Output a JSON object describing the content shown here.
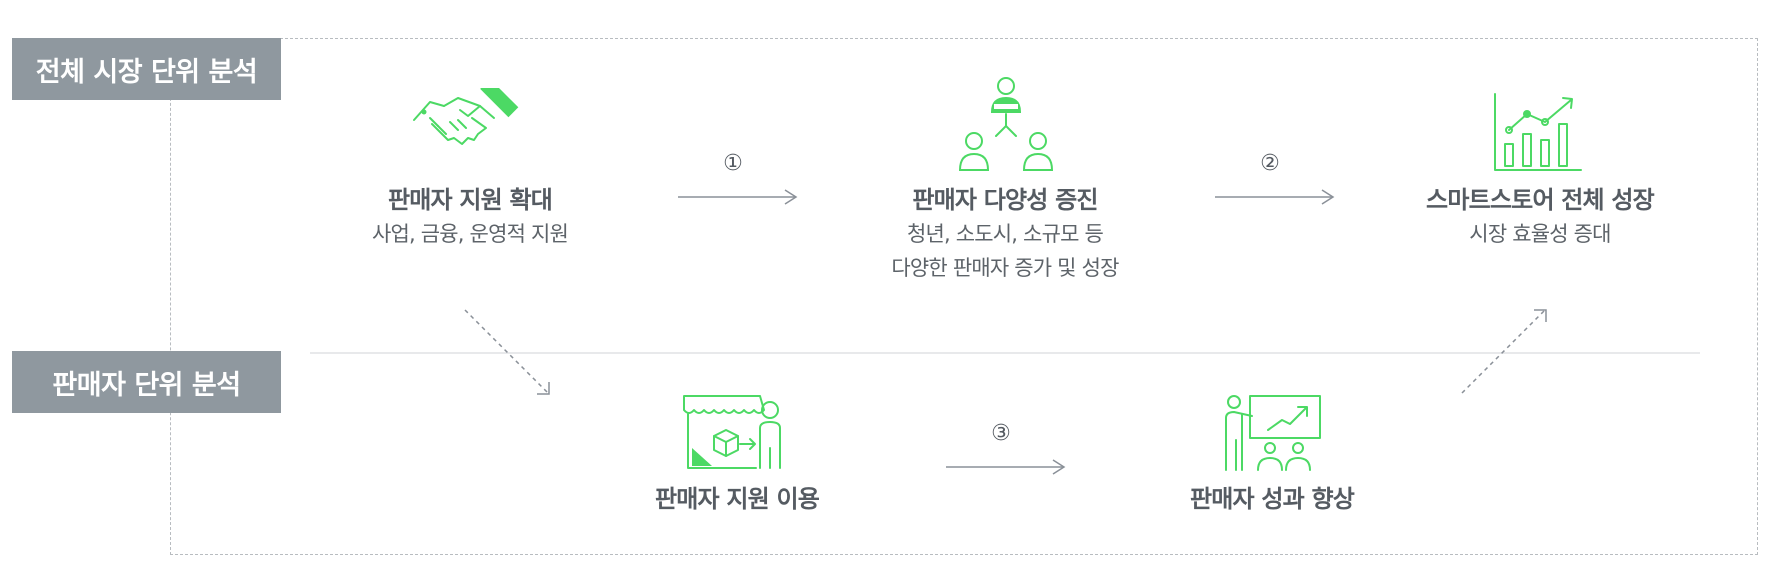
{
  "labels": {
    "market": "전체 시장 단위 분석",
    "seller": "판매자 단위 분석"
  },
  "nodes": {
    "expansion": {
      "title": "판매자 지원 확대",
      "sub": "사업, 금융, 운영적 지원",
      "icon": "handshake-icon"
    },
    "diversity": {
      "title": "판매자 다양성 증진",
      "sub1": "청년, 소도시, 소규모 등",
      "sub2": "다양한 판매자 증가 및 성장",
      "icon": "people-network-icon"
    },
    "growth": {
      "title": "스마트스토어 전체 성장",
      "sub": "시장 효율성 증대",
      "icon": "growth-chart-icon"
    },
    "usage": {
      "title": "판매자 지원 이용",
      "icon": "store-package-icon"
    },
    "performance": {
      "title": "판매자 성과 향상",
      "icon": "presentation-icon"
    }
  },
  "steps": {
    "one": "①",
    "two": "②",
    "three": "③"
  },
  "colors": {
    "icon_green": "#4cd964",
    "label_bg": "#8f989f",
    "arrow": "#8a9098"
  }
}
